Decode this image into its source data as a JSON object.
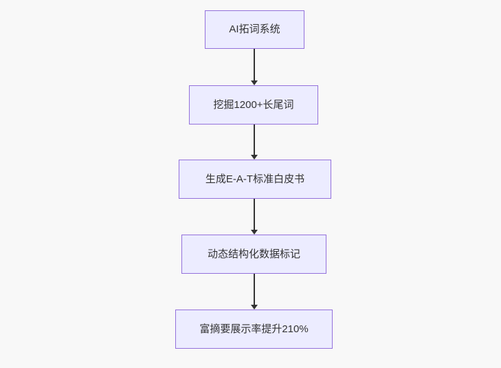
{
  "diagram": {
    "type": "flowchart-top-down",
    "nodes": [
      {
        "id": "A",
        "label": "AI拓词系统"
      },
      {
        "id": "B",
        "label": "挖掘1200+长尾词"
      },
      {
        "id": "C",
        "label": "生成E-A-T标准白皮书"
      },
      {
        "id": "D",
        "label": "动态结构化数据标记"
      },
      {
        "id": "E",
        "label": "富摘要展示率提升210%"
      }
    ],
    "edges": [
      {
        "from": "A",
        "to": "B"
      },
      {
        "from": "B",
        "to": "C"
      },
      {
        "from": "C",
        "to": "D"
      },
      {
        "from": "D",
        "to": "E"
      }
    ]
  },
  "colors": {
    "canvas-bg": "#f8f8f8",
    "node-fill": "#ececff",
    "node-border": "#9370db",
    "node-text": "#333333",
    "edge-stroke": "#333333"
  }
}
